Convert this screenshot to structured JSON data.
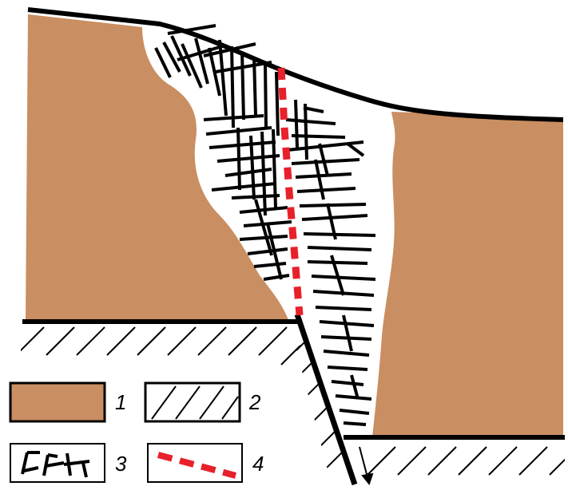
{
  "colors": {
    "sediment": "#C98E61",
    "outline": "#000000",
    "fault_marker": "#E8202A",
    "background": "#FFFFFF"
  },
  "legend": [
    {
      "number": "1",
      "symbol": "sediment-fill-swatch"
    },
    {
      "number": "2",
      "symbol": "hatched-bedrock-swatch"
    },
    {
      "number": "3",
      "symbol": "fracture-lines-swatch"
    },
    {
      "number": "4",
      "symbol": "red-dashed-line-swatch"
    }
  ]
}
